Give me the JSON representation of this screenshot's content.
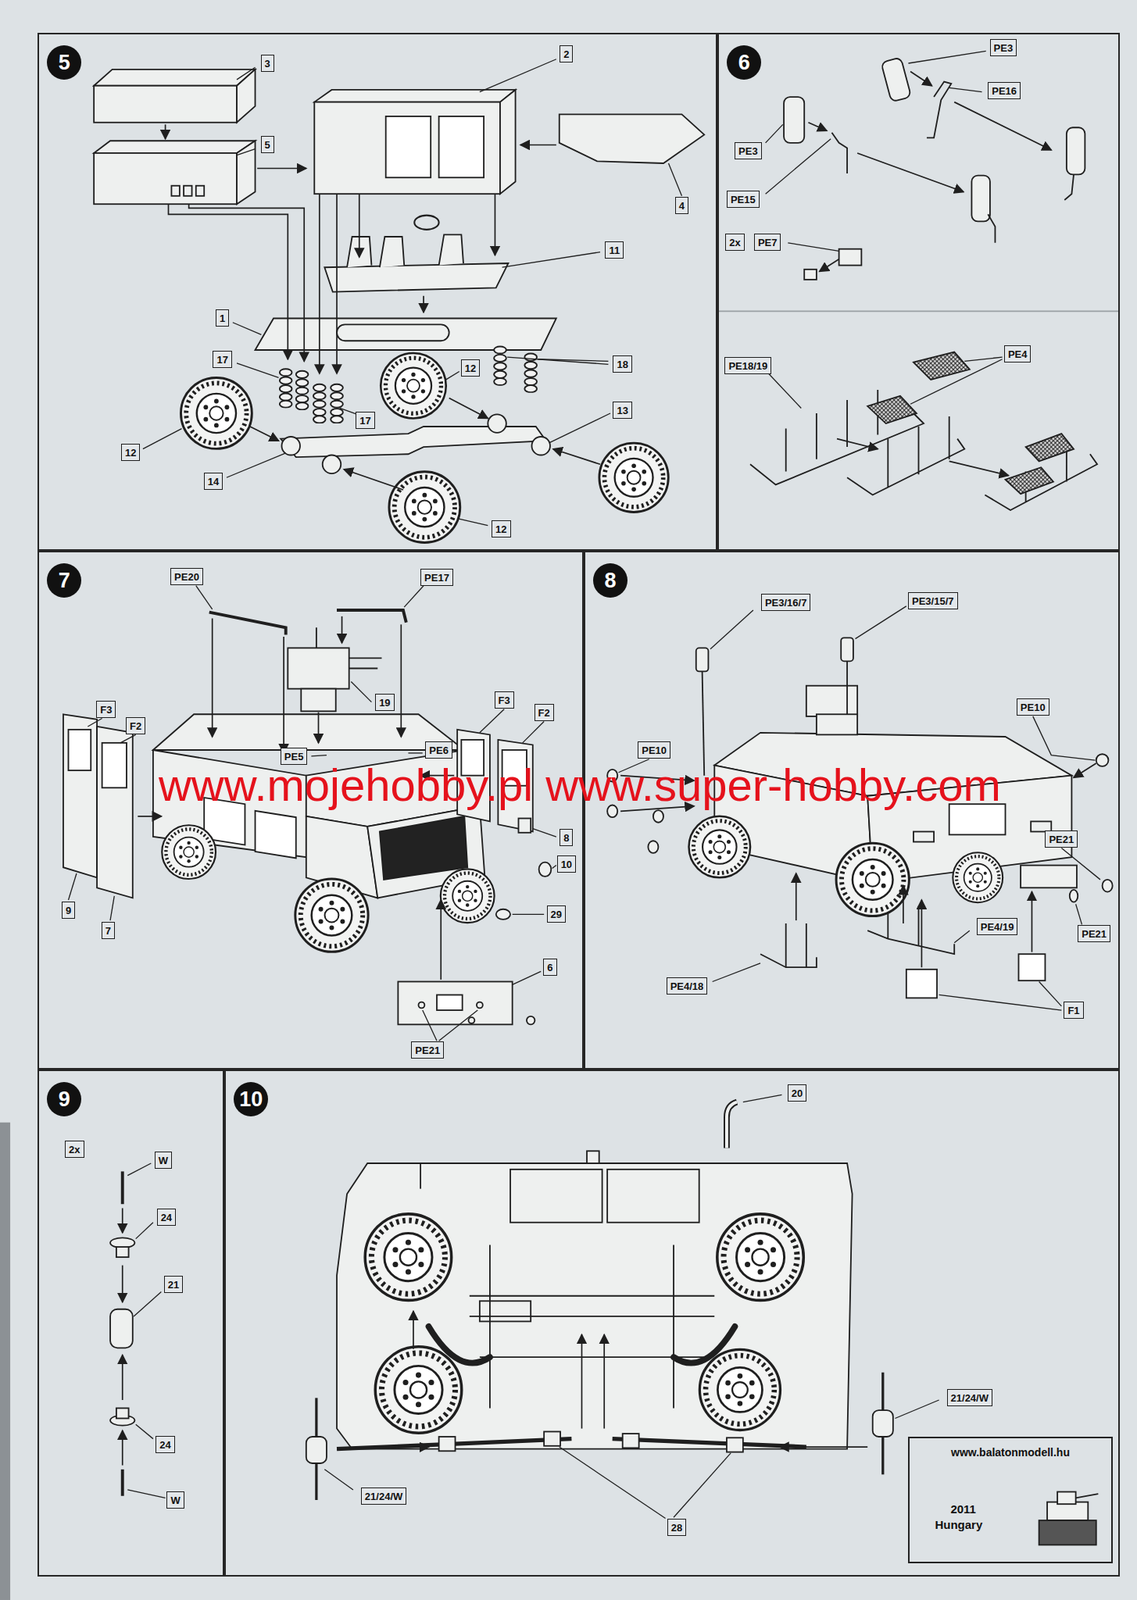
{
  "diagram": {
    "nodes": [
      {
        "text": [
          "5"
        ]
      },
      {
        "text": [
          "3"
        ],
        "in": 0
      },
      {
        "text": [
          "2"
        ],
        "in": 0
      },
      {
        "text": [
          "5"
        ],
        "in": 0
      },
      {
        "text": [
          "4"
        ],
        "in": 0
      },
      {
        "text": [
          "11"
        ],
        "in": 0
      },
      {
        "text": [
          "1"
        ],
        "in": 0
      },
      {
        "text": [
          "17"
        ],
        "in": 0
      },
      {
        "text": [
          "12"
        ],
        "in": 0
      },
      {
        "text": [
          "18"
        ],
        "in": 0
      },
      {
        "text": [
          "13"
        ],
        "in": 0
      },
      {
        "text": [
          "17"
        ],
        "in": 0
      },
      {
        "text": [
          "12"
        ],
        "in": 0
      },
      {
        "text": [
          "14"
        ],
        "in": 0
      },
      {
        "text": [
          "12"
        ],
        "in": 0
      },
      {
        "text": [
          "6"
        ]
      },
      {
        "text": [
          "PE3"
        ],
        "in": 15
      },
      {
        "text": [
          "PE16"
        ],
        "in": 15
      },
      {
        "text": [
          "PE3"
        ],
        "in": 15
      },
      {
        "text": [
          "PE15"
        ],
        "in": 15
      },
      {
        "text": [
          "2x"
        ],
        "in": 15
      },
      {
        "text": [
          "PE7"
        ],
        "in": 15
      },
      {
        "text": [
          "PE4"
        ],
        "in": 15
      },
      {
        "text": [
          "PE18/19"
        ],
        "in": 15
      },
      {
        "text": [
          "7"
        ]
      },
      {
        "text": [
          "PE20"
        ],
        "in": 24
      },
      {
        "text": [
          "PE17"
        ],
        "in": 24
      },
      {
        "text": [
          "F3"
        ],
        "in": 24
      },
      {
        "text": [
          "19"
        ],
        "in": 24
      },
      {
        "text": [
          "F3"
        ],
        "in": 24
      },
      {
        "text": [
          "F2"
        ],
        "in": 24
      },
      {
        "text": [
          "F2"
        ],
        "in": 24
      },
      {
        "text": [
          "PE6"
        ],
        "in": 24
      },
      {
        "text": [
          "PE5"
        ],
        "in": 24
      },
      {
        "text": [
          "8"
        ],
        "in": 24
      },
      {
        "text": [
          "10"
        ],
        "in": 24
      },
      {
        "text": [
          "9"
        ],
        "in": 24
      },
      {
        "text": [
          "29"
        ],
        "in": 24
      },
      {
        "text": [
          "7"
        ],
        "in": 24
      },
      {
        "text": [
          "6"
        ],
        "in": 24
      },
      {
        "text": [
          "PE21"
        ],
        "in": 24
      },
      {
        "text": [
          "8"
        ]
      },
      {
        "text": [
          "PE3/16/7"
        ],
        "in": 41
      },
      {
        "text": [
          "PE3/15/7"
        ],
        "in": 41
      },
      {
        "text": [
          "PE10"
        ],
        "in": 41
      },
      {
        "text": [
          "PE10"
        ],
        "in": 41
      },
      {
        "text": [
          "PE21"
        ],
        "in": 41
      },
      {
        "text": [
          "PE4/19"
        ],
        "in": 41
      },
      {
        "text": [
          "PE21"
        ],
        "in": 41
      },
      {
        "text": [
          "PE4/18"
        ],
        "in": 41
      },
      {
        "text": [
          "F1"
        ],
        "in": 41
      },
      {
        "text": [
          "9"
        ]
      },
      {
        "text": [
          "2x"
        ],
        "in": 51
      },
      {
        "text": [
          "W"
        ],
        "in": 51
      },
      {
        "text": [
          "24"
        ],
        "in": 51
      },
      {
        "text": [
          "21"
        ],
        "in": 51
      },
      {
        "text": [
          "24"
        ],
        "in": 51
      },
      {
        "text": [
          "W"
        ],
        "in": 51
      },
      {
        "text": [
          "10"
        ]
      },
      {
        "text": [
          "20"
        ],
        "in": 58
      },
      {
        "text": [
          "21/24/W"
        ],
        "in": 58
      },
      {
        "text": [
          "www.balatonmodell.hu",
          "2011",
          "Hungary"
        ],
        "in": 58
      },
      {
        "text": [
          "21/24/W"
        ],
        "in": 58
      },
      {
        "text": [
          "28"
        ],
        "in": 58
      }
    ],
    "labels": [
      "www.mojehobby.pl www.super-hobby.com"
    ]
  }
}
